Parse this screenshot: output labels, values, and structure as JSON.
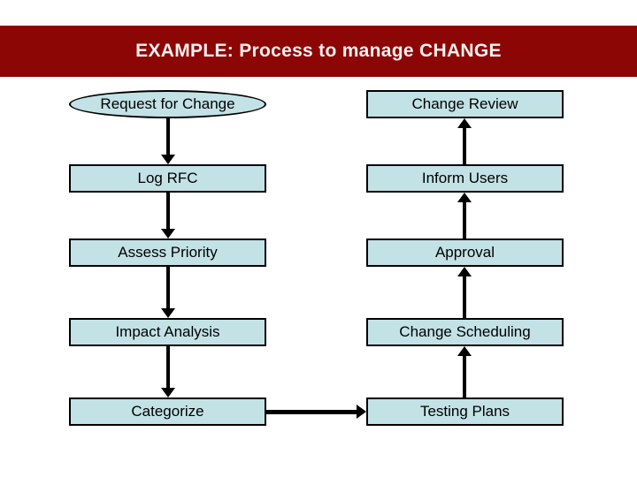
{
  "slide": {
    "title": "EXAMPLE: Process to manage CHANGE"
  },
  "colors": {
    "banner_background": "#8c0606",
    "banner_text": "#f7f1ef",
    "node_fill": "#c3e2e6",
    "node_border": "#000000",
    "arrow": "#000000",
    "page_background": "#ffffff"
  },
  "flow": {
    "left_column": {
      "direction": "top-to-bottom",
      "nodes": [
        {
          "label": "Request for Change",
          "shape": "oval"
        },
        {
          "label": "Log RFC",
          "shape": "rect"
        },
        {
          "label": "Assess Priority",
          "shape": "rect"
        },
        {
          "label": "Impact Analysis",
          "shape": "rect"
        },
        {
          "label": "Categorize",
          "shape": "rect"
        }
      ]
    },
    "right_column": {
      "direction": "bottom-to-top",
      "nodes": [
        {
          "label": "Change Review",
          "shape": "rect"
        },
        {
          "label": "Inform Users",
          "shape": "rect"
        },
        {
          "label": "Approval",
          "shape": "rect"
        },
        {
          "label": "Change Scheduling",
          "shape": "rect"
        },
        {
          "label": "Testing Plans",
          "shape": "rect"
        }
      ]
    },
    "cross_link": {
      "from": "Categorize",
      "to": "Testing Plans",
      "direction": "left-to-right"
    }
  }
}
